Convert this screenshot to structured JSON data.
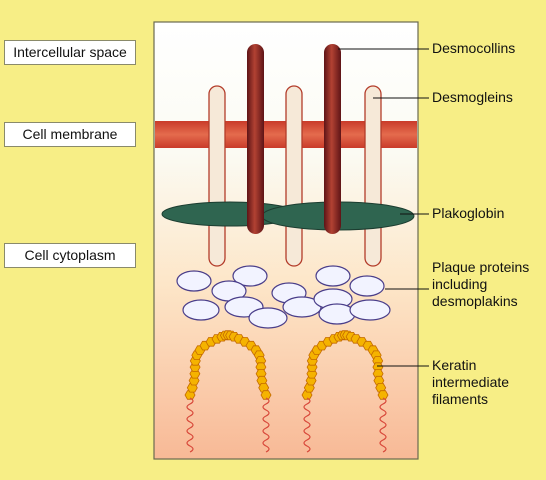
{
  "left_labels": {
    "intercellular_space": "Intercellular space",
    "cell_membrane": "Cell membrane",
    "cell_cytoplasm": "Cell cytoplasm"
  },
  "right_labels": {
    "desmocollins": "Desmocollins",
    "desmogleins": "Desmogleins",
    "plakoglobin": "Plakoglobin",
    "plaque_proteins": "Plaque proteins including desmoplakins",
    "keratin": "Keratin intermediate filaments"
  },
  "colors": {
    "background": "#f7ee86",
    "membrane": "#c8452e",
    "desmocollin": "#8f2a23",
    "desmoglein": "#f6e9d8",
    "plakoglobin": "#2f6550",
    "keratin": "#f5b300"
  }
}
